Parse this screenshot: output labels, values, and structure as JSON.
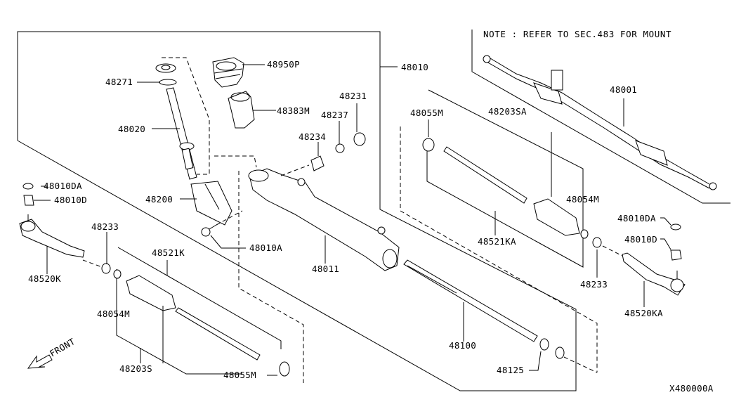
{
  "diagram": {
    "title_code": "X480000A",
    "note": "NOTE : REFER TO SEC.483 FOR MOUNT",
    "front_label": "FRONT",
    "colors": {
      "line": "#000000",
      "background": "#ffffff"
    },
    "callouts": [
      {
        "id": "48950P",
        "label": "48950P"
      },
      {
        "id": "48271",
        "label": "48271"
      },
      {
        "id": "48383M",
        "label": "48383M"
      },
      {
        "id": "48020",
        "label": "48020"
      },
      {
        "id": "48010",
        "label": "48010"
      },
      {
        "id": "48231",
        "label": "48231"
      },
      {
        "id": "48237",
        "label": "48237"
      },
      {
        "id": "48234",
        "label": "48234"
      },
      {
        "id": "48200",
        "label": "48200"
      },
      {
        "id": "48010A",
        "label": "48010A"
      },
      {
        "id": "48011",
        "label": "48011"
      },
      {
        "id": "48010DA-left",
        "label": "48010DA"
      },
      {
        "id": "48010D-left",
        "label": "48010D"
      },
      {
        "id": "48520K",
        "label": "48520K"
      },
      {
        "id": "48233-left",
        "label": "48233"
      },
      {
        "id": "48521K",
        "label": "48521K"
      },
      {
        "id": "48054M-left",
        "label": "48054M"
      },
      {
        "id": "48203S",
        "label": "48203S"
      },
      {
        "id": "48055M-left",
        "label": "48055M"
      },
      {
        "id": "48055M-right",
        "label": "48055M"
      },
      {
        "id": "48203SA",
        "label": "48203SA"
      },
      {
        "id": "48054M-right",
        "label": "48054M"
      },
      {
        "id": "48521KA",
        "label": "48521KA"
      },
      {
        "id": "48233-right",
        "label": "48233"
      },
      {
        "id": "48010DA-right",
        "label": "48010DA"
      },
      {
        "id": "48010D-right",
        "label": "48010D"
      },
      {
        "id": "48520KA",
        "label": "48520KA"
      },
      {
        "id": "48100",
        "label": "48100"
      },
      {
        "id": "48125",
        "label": "48125"
      },
      {
        "id": "48001",
        "label": "48001"
      }
    ]
  }
}
